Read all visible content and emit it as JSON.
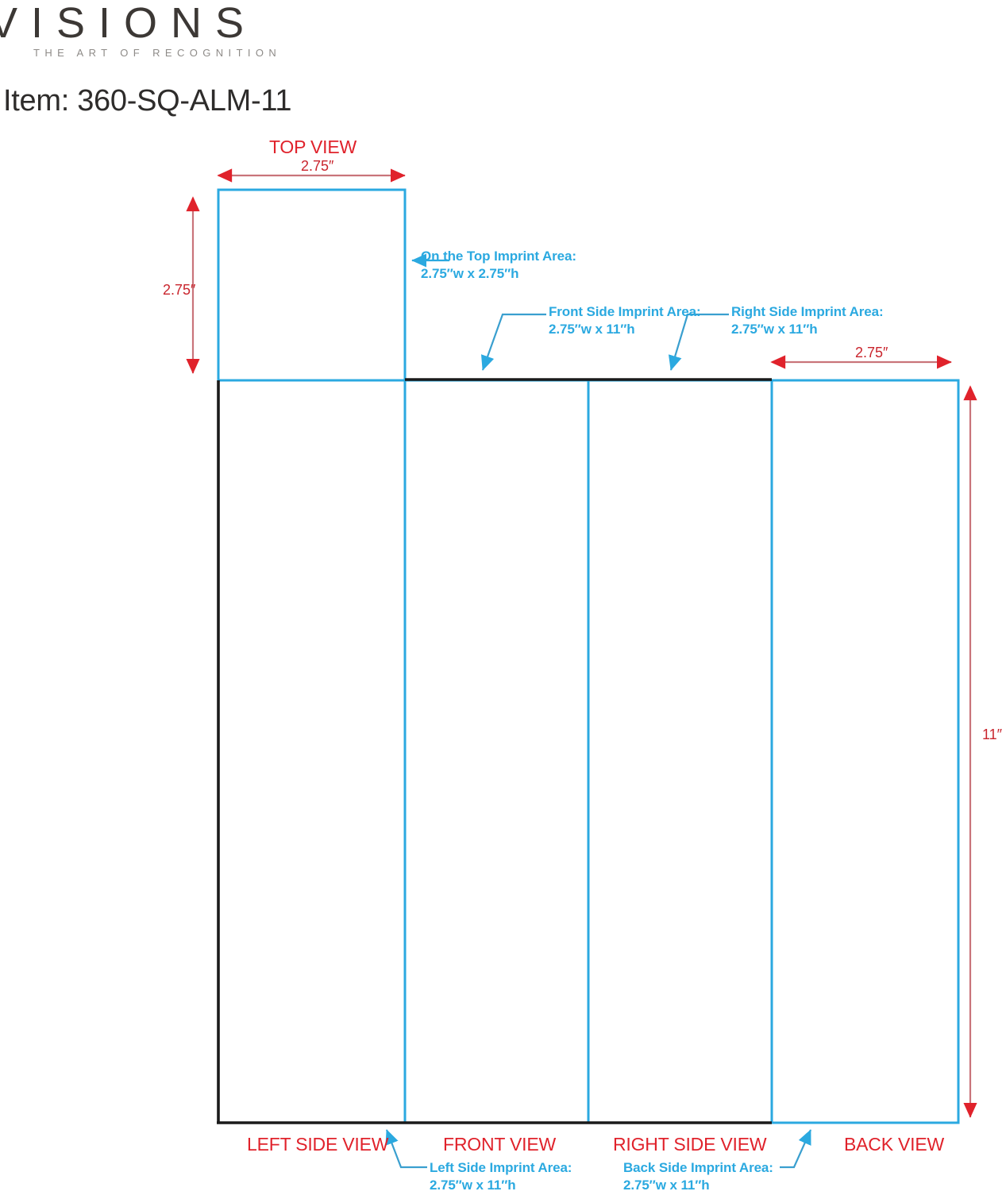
{
  "brand": {
    "wordmark": "VISIONS",
    "tagline": "THE ART OF RECOGNITION"
  },
  "item": {
    "title": "Item: 360-SQ-ALM-11"
  },
  "colors": {
    "red": "#e0222b",
    "dim_red": "#c9252d",
    "blue": "#2ba9e0",
    "outline_black": "#1a1a1a",
    "logo_dark": "#3c3835",
    "logo_gray": "#8e8b88"
  },
  "labels": {
    "top_view": "TOP VIEW",
    "left_side_view": "LEFT SIDE VIEW",
    "front_view": "FRONT VIEW",
    "right_side_view": "RIGHT SIDE VIEW",
    "back_view": "BACK VIEW"
  },
  "dimensions": {
    "top_width": "2.75″",
    "top_height": "2.75″",
    "back_width": "2.75″",
    "panel_height": "11″"
  },
  "imprint_areas": [
    {
      "key": "top",
      "title": "On the Top Imprint Area:",
      "size": "2.75″w x 2.75″h"
    },
    {
      "key": "front",
      "title": "Front Side Imprint Area:",
      "size": "2.75″w x 11″h"
    },
    {
      "key": "right",
      "title": "Right Side Imprint Area:",
      "size": "2.75″w x 11″h"
    },
    {
      "key": "left",
      "title": "Left Side Imprint Area:",
      "size": "2.75″w x 11″h"
    },
    {
      "key": "back",
      "title": "Back Side Imprint Area:",
      "size": "2.75″w x 11″h"
    }
  ]
}
